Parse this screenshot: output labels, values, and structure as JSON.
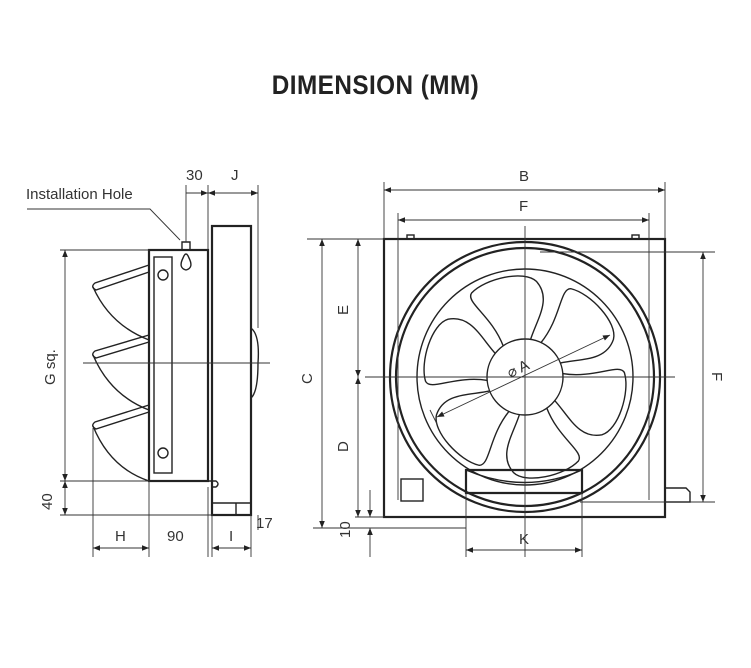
{
  "title": "DIMENSION (MM)",
  "side_view": {
    "installation_hole": "Installation Hole",
    "dim_30": "30",
    "dim_J": "J",
    "dim_G": "G sq.",
    "dim_40": "40",
    "dim_H": "H",
    "dim_90": "90",
    "dim_I": "I",
    "dim_17": "17"
  },
  "front_view": {
    "dim_B": "B",
    "dim_F_top": "F",
    "dim_F_right": "F",
    "dim_C": "C",
    "dim_E": "E",
    "dim_D": "D",
    "dim_10": "10",
    "dim_K": "K",
    "dim_A": "⌀ A"
  }
}
